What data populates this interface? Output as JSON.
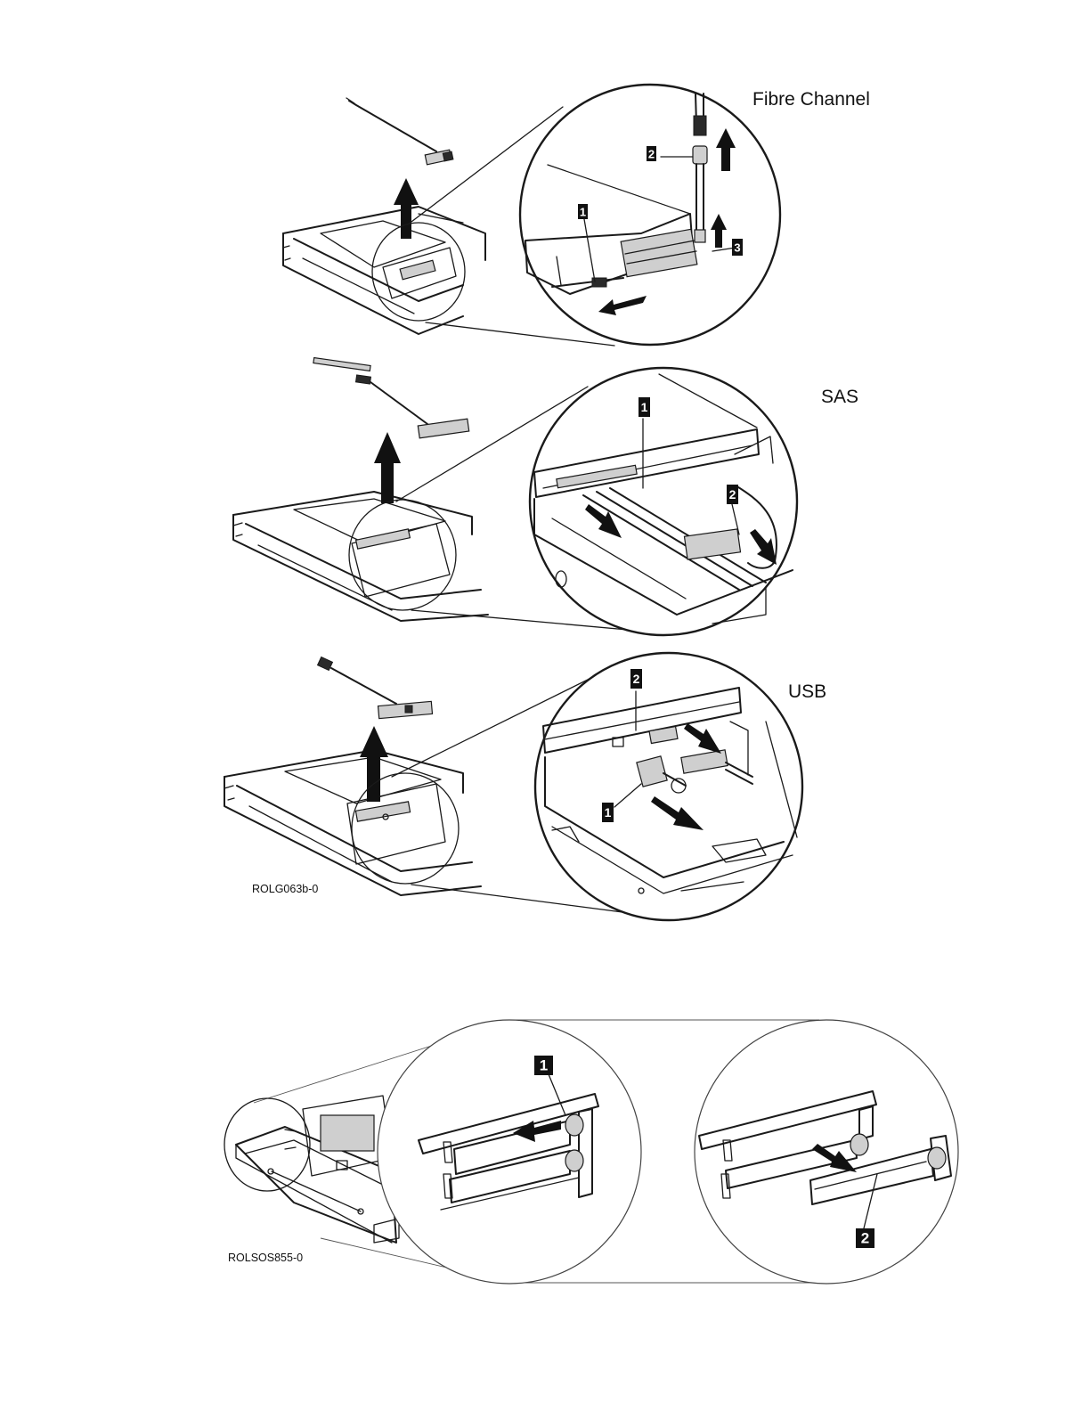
{
  "figure_1": {
    "panels": [
      {
        "label": "Fibre Channel",
        "callouts": [
          "1",
          "2",
          "3"
        ]
      },
      {
        "label": "SAS",
        "callouts": [
          "1",
          "2"
        ]
      },
      {
        "label": "USB",
        "callouts": [
          "2",
          "1"
        ]
      }
    ],
    "figure_id": "ROLG063b-0"
  },
  "figure_2": {
    "callouts": [
      "1",
      "2"
    ],
    "figure_id": "ROLSOS855-0"
  }
}
